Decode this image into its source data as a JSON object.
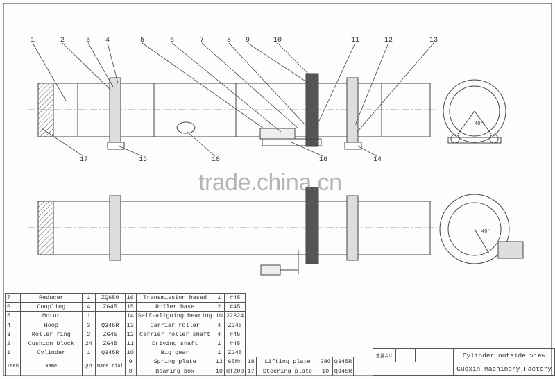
{
  "callouts": [
    "1",
    "2",
    "3",
    "4",
    "5",
    "6",
    "7",
    "8",
    "9",
    "10",
    "11",
    "12",
    "13",
    "17",
    "15",
    "18",
    "16",
    "14"
  ],
  "end_view_angle": "40°",
  "watermark": "trade.china.cn",
  "parts_table": {
    "rows": [
      [
        "7",
        "Reducer",
        "1",
        "ZQ650",
        "16",
        "Transmission based",
        "1",
        "#45"
      ],
      [
        "6",
        "Coupling",
        "4",
        "ZG45",
        "15",
        "Roller base",
        "2",
        "#45"
      ],
      [
        "5",
        "Motor",
        "1",
        "",
        "14",
        "Self-aligning bearing",
        "10",
        "22324"
      ],
      [
        "4",
        "Hoop",
        "3",
        "Q345R",
        "13",
        "Carrier roller",
        "4",
        "ZG45"
      ],
      [
        "3",
        "Roller ring",
        "2",
        "ZG45",
        "12",
        "Carrier roller shaft",
        "4",
        "#45"
      ],
      [
        "2",
        "Cushion block",
        "24",
        "ZG45",
        "11",
        "Driving shaft",
        "1",
        "#45"
      ],
      [
        "1",
        "Cylinder",
        "1",
        "Q345R",
        "10",
        "Big gear",
        "1",
        "ZG45"
      ]
    ],
    "header": {
      "item": "Item",
      "name": "Name",
      "qty": "Qut",
      "material": "Mate rial"
    },
    "extra_rows": [
      [
        "9",
        "Spring plate",
        "12",
        "65Mn",
        "18",
        "Lifting plate",
        "280",
        "Q345R"
      ],
      [
        "8",
        "Bearing box",
        "10",
        "HT200",
        "17",
        "Steering plate",
        "10",
        "Q345R"
      ]
    ]
  },
  "title_block": {
    "stamp": "重量合计",
    "drawing_title": "Cylinder outside view",
    "company": "Guoxin Machinery Factory"
  }
}
